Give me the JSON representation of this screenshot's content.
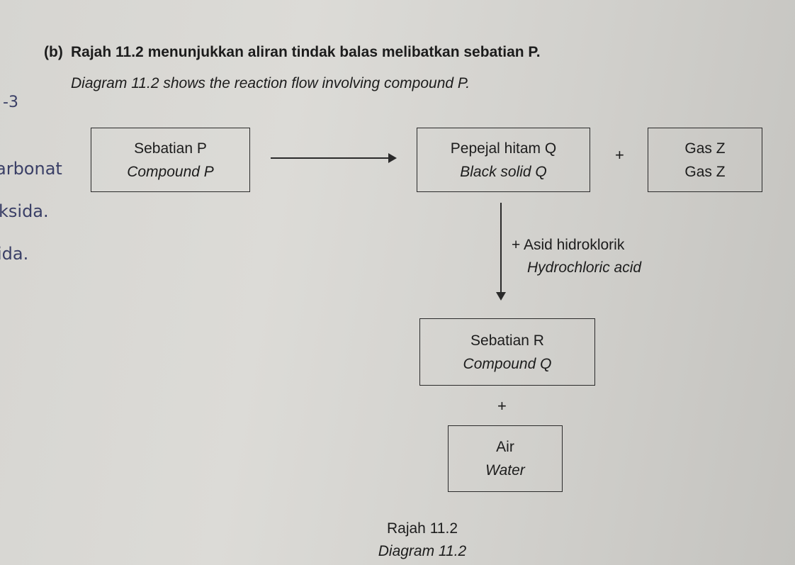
{
  "question": {
    "label": "(b)",
    "malay": "Rajah 11.2 menunjukkan aliran tindak balas melibatkan sebatian P.",
    "english": "Diagram 11.2 shows the reaction flow involving compound P."
  },
  "diagram": {
    "compound_p": {
      "malay": "Sebatian P",
      "english": "Compound P"
    },
    "black_solid_q": {
      "malay": "Pepejal hitam Q",
      "english": "Black solid  Q"
    },
    "plus_top": "+",
    "gas_z": {
      "malay": "Gas Z",
      "english": "Gas Z"
    },
    "reagent": {
      "malay": "+ Asid hidroklorik",
      "english": "Hydrochloric acid"
    },
    "compound_r": {
      "malay": "Sebatian R",
      "english": "Compound  Q"
    },
    "plus_bottom": "+",
    "water": {
      "malay": "Air",
      "english": "Water"
    }
  },
  "caption": {
    "malay": "Rajah 11.2",
    "english": "Diagram 11.2"
  },
  "margin_notes": [
    "-3",
    "arbonat",
    "ksida.",
    "ida."
  ]
}
